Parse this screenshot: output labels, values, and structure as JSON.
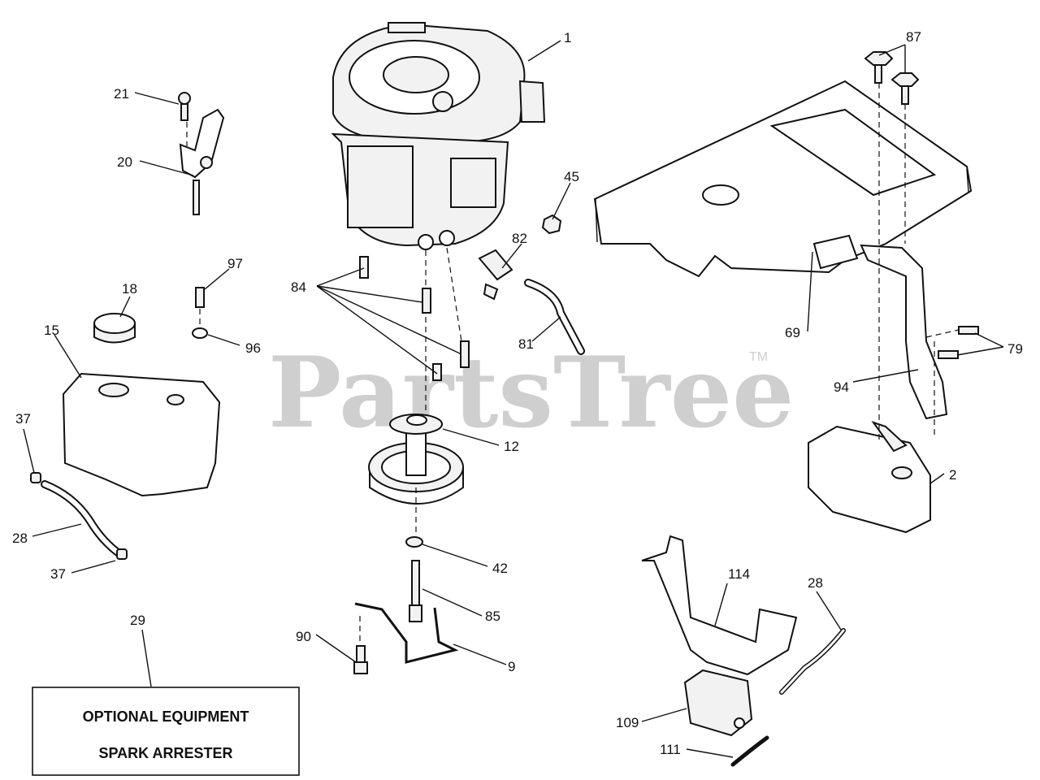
{
  "watermark": {
    "text": "PartsTree",
    "trademark": "TM"
  },
  "optional_box": {
    "line1": "OPTIONAL EQUIPMENT",
    "line2": "SPARK ARRESTER"
  },
  "callouts": {
    "c1": "1",
    "c87": "87",
    "c21": "21",
    "c20": "20",
    "c45": "45",
    "c82": "82",
    "c97": "97",
    "c84": "84",
    "c18": "18",
    "c15": "15",
    "c96": "96",
    "c81": "81",
    "c69": "69",
    "c79": "79",
    "c94": "94",
    "c37a": "37",
    "c12": "12",
    "c2": "2",
    "c28a": "28",
    "c37b": "37",
    "c42": "42",
    "c114": "114",
    "c28b": "28",
    "c85": "85",
    "c29": "29",
    "c90": "90",
    "c9": "9",
    "c109": "109",
    "c111": "111"
  }
}
